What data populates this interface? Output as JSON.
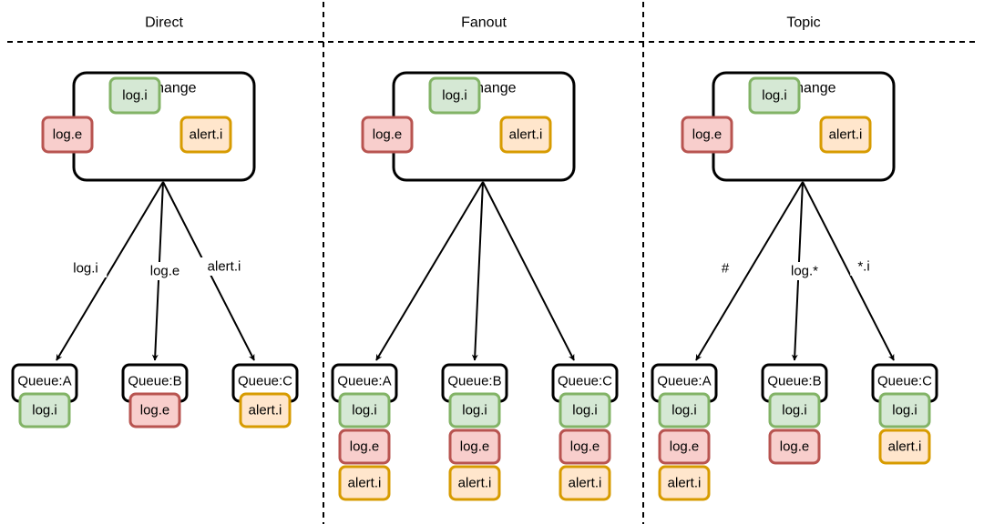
{
  "colors": {
    "green": {
      "fill": "#d5e8d4",
      "stroke": "#82b366"
    },
    "red": {
      "fill": "#f8cecc",
      "stroke": "#b85450"
    },
    "orange": {
      "fill": "#ffe6cc",
      "stroke": "#d79b00"
    },
    "line": "#000000"
  },
  "exchange_label": "Exchange",
  "panels": [
    {
      "title": "Direct",
      "exchange_messages": [
        {
          "text": "log.i",
          "color": "green"
        },
        {
          "text": "log.e",
          "color": "red"
        },
        {
          "text": "alert.i",
          "color": "orange"
        }
      ],
      "bindings": [
        "log.i",
        "log.e",
        "alert.i"
      ],
      "queues": [
        {
          "name": "Queue:A",
          "messages": [
            {
              "text": "log.i",
              "color": "green"
            }
          ]
        },
        {
          "name": "Queue:B",
          "messages": [
            {
              "text": "log.e",
              "color": "red"
            }
          ]
        },
        {
          "name": "Queue:C",
          "messages": [
            {
              "text": "alert.i",
              "color": "orange"
            }
          ]
        }
      ]
    },
    {
      "title": "Fanout",
      "exchange_messages": [
        {
          "text": "log.i",
          "color": "green"
        },
        {
          "text": "log.e",
          "color": "red"
        },
        {
          "text": "alert.i",
          "color": "orange"
        }
      ],
      "bindings": [
        "",
        "",
        ""
      ],
      "queues": [
        {
          "name": "Queue:A",
          "messages": [
            {
              "text": "log.i",
              "color": "green"
            },
            {
              "text": "log.e",
              "color": "red"
            },
            {
              "text": "alert.i",
              "color": "orange"
            }
          ]
        },
        {
          "name": "Queue:B",
          "messages": [
            {
              "text": "log.i",
              "color": "green"
            },
            {
              "text": "log.e",
              "color": "red"
            },
            {
              "text": "alert.i",
              "color": "orange"
            }
          ]
        },
        {
          "name": "Queue:C",
          "messages": [
            {
              "text": "log.i",
              "color": "green"
            },
            {
              "text": "log.e",
              "color": "red"
            },
            {
              "text": "alert.i",
              "color": "orange"
            }
          ]
        }
      ]
    },
    {
      "title": "Topic",
      "exchange_messages": [
        {
          "text": "log.i",
          "color": "green"
        },
        {
          "text": "log.e",
          "color": "red"
        },
        {
          "text": "alert.i",
          "color": "orange"
        }
      ],
      "bindings": [
        "#",
        "log.*",
        "*.i"
      ],
      "queues": [
        {
          "name": "Queue:A",
          "messages": [
            {
              "text": "log.i",
              "color": "green"
            },
            {
              "text": "log.e",
              "color": "red"
            },
            {
              "text": "alert.i",
              "color": "orange"
            }
          ]
        },
        {
          "name": "Queue:B",
          "messages": [
            {
              "text": "log.i",
              "color": "green"
            },
            {
              "text": "log.e",
              "color": "red"
            }
          ]
        },
        {
          "name": "Queue:C",
          "messages": [
            {
              "text": "log.i",
              "color": "green"
            },
            {
              "text": "alert.i",
              "color": "orange"
            }
          ]
        }
      ]
    }
  ]
}
